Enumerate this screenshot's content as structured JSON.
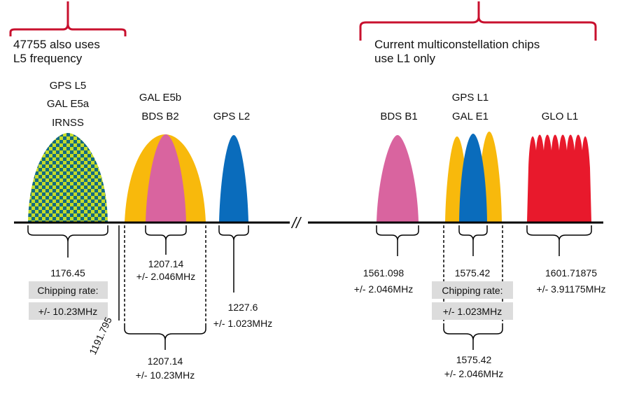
{
  "colors": {
    "bracket_red": "#c8102e",
    "gold": "#f8b90c",
    "pink": "#d9649f",
    "blue": "#0a6cbc",
    "red": "#e8192c",
    "teal": "#136a82",
    "yellowgreen": "#c4db2a",
    "chip_bg": "#dcdcdc"
  },
  "notes": {
    "l5_line1": "47755 also uses",
    "l5_line2": "L5 frequency",
    "multi_line1": "Current multiconstellation chips",
    "multi_line2": "use L1 only"
  },
  "signals": {
    "l5_a": "GPS L5",
    "l5_b": "GAL E5a",
    "l5_c": "IRNSS",
    "e5b_a": "GAL E5b",
    "e5b_b": "BDS B2",
    "l2": "GPS L2",
    "b1": "BDS B1",
    "l1_a": "GPS L1",
    "l1_b": "GAL E1",
    "glo": "GLO L1"
  },
  "break_mark": "//",
  "values": {
    "l5_freq": "1176.45",
    "l5_chip_label": "Chipping rate:",
    "l5_chip_value": "+/- 10.23MHz",
    "split_freq": "1191.795",
    "e5b_inner_freq": "1207.14",
    "e5b_inner_bw": "+/- 2.046MHz",
    "e5b_outer_freq": "1207.14",
    "e5b_outer_bw": "+/- 10.23MHz",
    "l2_freq": "1227.6",
    "l2_bw": "+/- 1.023MHz",
    "b1_freq": "1561.098",
    "b1_bw": "+/- 2.046MHz",
    "l1_freq": "1575.42",
    "l1_chip_label": "Chipping rate:",
    "l1_chip_value": "+/- 1.023MHz",
    "l1_outer_freq": "1575.42",
    "l1_outer_bw": "+/- 2.046MHz",
    "glo_freq": "1601.71875",
    "glo_bw": "+/- 3.91175MHz"
  }
}
